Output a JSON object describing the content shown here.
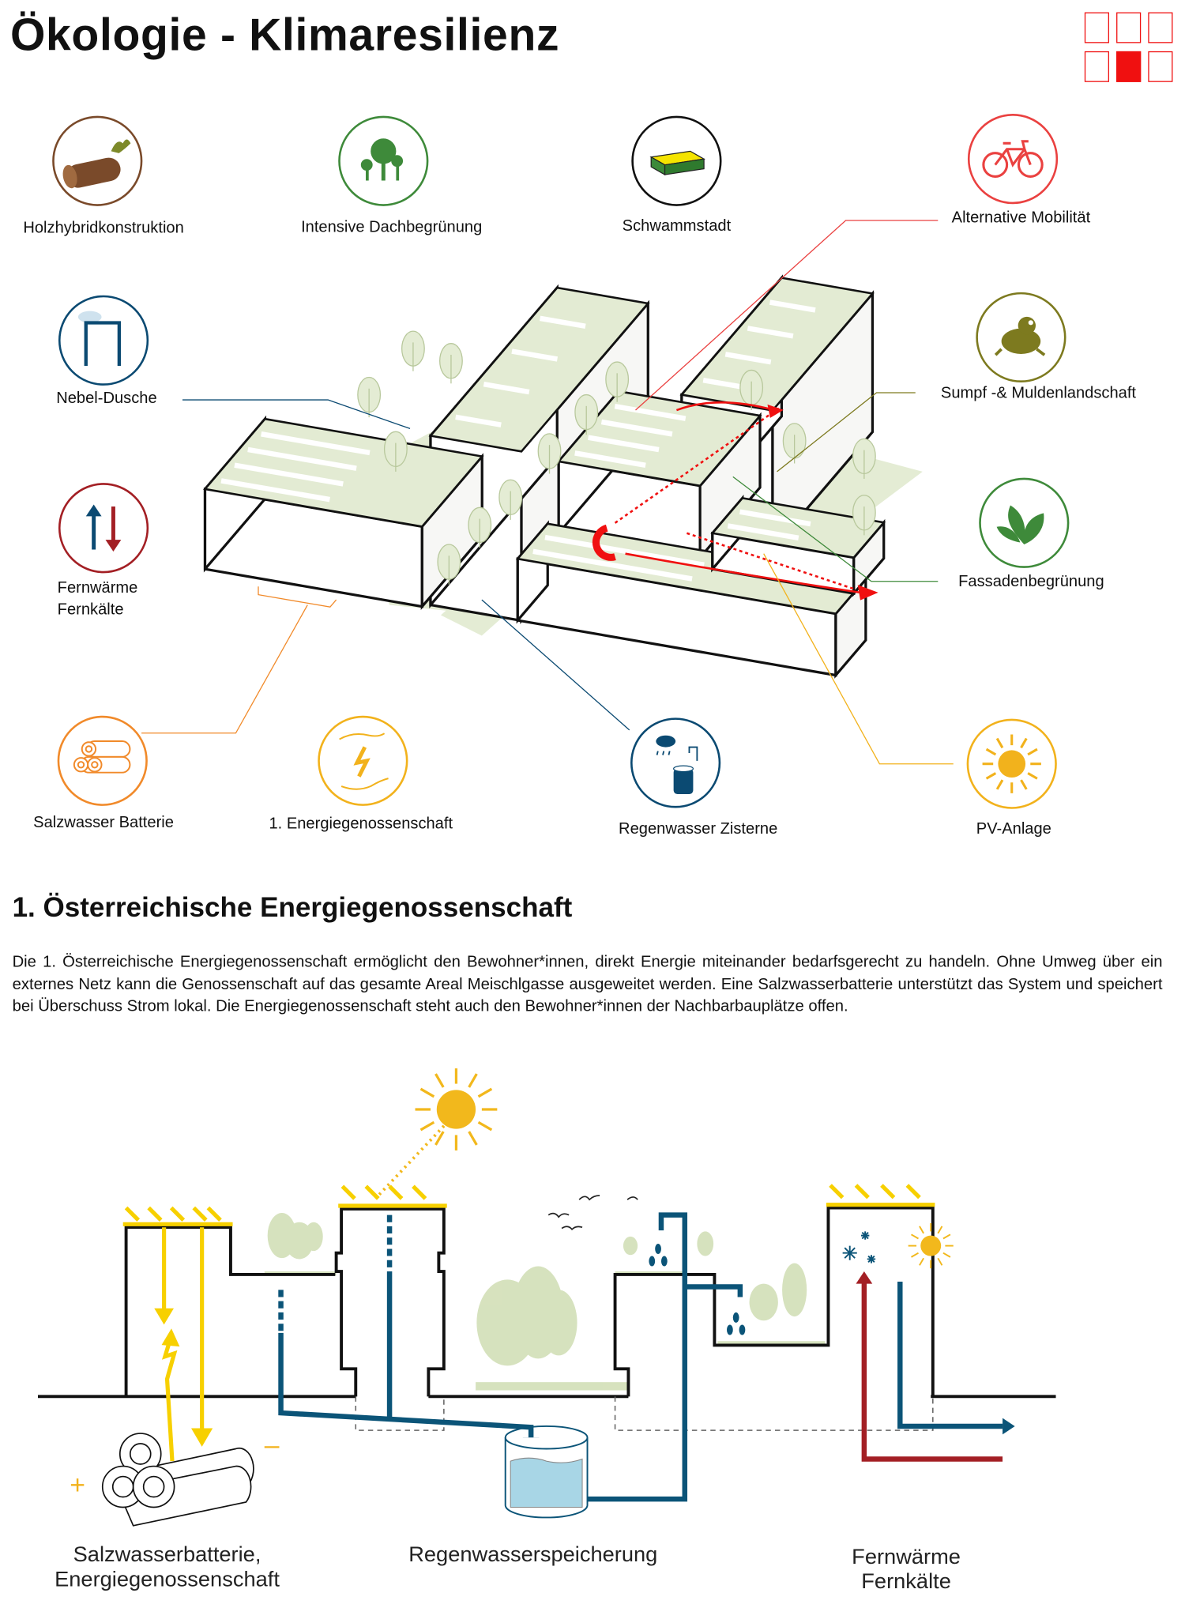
{
  "header": {
    "title": "Ökologie - Klimaresilienz",
    "progress_grid": {
      "total": 6,
      "active_index": 4
    }
  },
  "icons": [
    {
      "id": "holz",
      "label": "Holzhybridkonstruktion",
      "icon": "timber-log-icon",
      "color": "#7a4a2a"
    },
    {
      "id": "dach",
      "label": "Intensive Dachbegrünung",
      "icon": "trees-icon",
      "color": "#3e8a3a"
    },
    {
      "id": "schwamm",
      "label": "Schwammstadt",
      "icon": "sponge-icon",
      "color": "#111111"
    },
    {
      "id": "mobil",
      "label": "Alternative Mobilität",
      "icon": "bicycle-icon",
      "color": "#ea4140"
    },
    {
      "id": "nebel",
      "label": "Nebel-Dusche",
      "icon": "mist-shower-icon",
      "color": "#0b4a72"
    },
    {
      "id": "sumpf",
      "label": "Sumpf -& Muldenlandschaft",
      "icon": "frog-icon",
      "color": "#7d7a1f"
    },
    {
      "id": "fern",
      "label_line1": "Fernwärme",
      "label_line2": "Fernkälte",
      "icon": "heat-cold-arrows-icon",
      "color": "#a31f24"
    },
    {
      "id": "fassade",
      "label": "Fassadenbegrünung",
      "icon": "leaves-icon",
      "color": "#3e8a3a"
    },
    {
      "id": "salz",
      "label": "Salzwasser Batterie",
      "icon": "battery-cylinders-icon",
      "color": "#f18a2a"
    },
    {
      "id": "energie",
      "label": "1. Energiegenossenschaft",
      "icon": "hands-energy-icon",
      "color": "#f2b21c"
    },
    {
      "id": "regen",
      "label": "Regenwasser Zisterne",
      "icon": "rain-cistern-icon",
      "color": "#0b4a72"
    },
    {
      "id": "pv",
      "label": "PV-Anlage",
      "icon": "sun-icon",
      "color": "#f2b21c"
    }
  ],
  "section": {
    "title": "1. Österreichische Energiegenossenschaft",
    "body": "Die 1. Österreichische Energiegenossenschaft ermöglicht den Bewohner*innen, direkt Energie miteinander bedarfsgerecht zu handeln. Ohne Umweg über ein externes Netz kann die Genossenschaft auf das gesamte Areal Meischlgasse ausgeweitet werden. Eine Salzwasserbatterie unterstützt das System und speichert bei Überschuss Strom lokal. Die Energiegenossenschaft steht auch den Bewohner*innen der Nachbarbauplätze offen."
  },
  "section_diagram": {
    "battery_plus": "+",
    "battery_minus": "–",
    "labels": {
      "battery_line1": "Salzwasserbatterie,",
      "battery_line2": "Energiegenossenschaft",
      "rain": "Regenwasserspeicherung",
      "heat_line1": "Fernwärme",
      "heat_line2": "Fernkälte"
    }
  },
  "colors": {
    "accent": "#f01010",
    "solar": "#f7d000",
    "sun": "#f2b81c",
    "water": "#0b5478",
    "heat": "#a31f24",
    "green": "#dbe5c6"
  }
}
